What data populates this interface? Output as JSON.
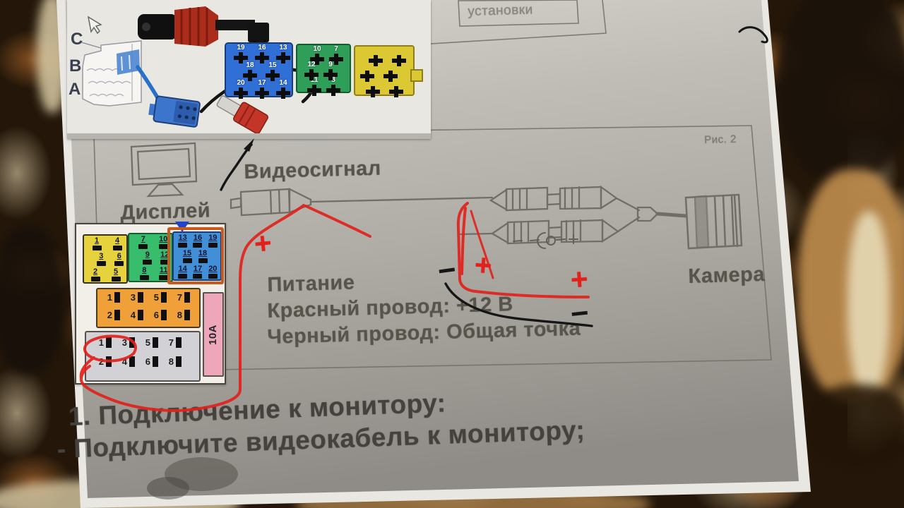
{
  "page": {
    "figure_caption": "Рис. 2",
    "header_box_label": "установки",
    "labels": {
      "display": "Дисплей",
      "video_signal": "Видеосигнал",
      "camera": "Камера",
      "power_title": "Питание",
      "power_red": "Красный провод: +12 В",
      "power_black": "Черный провод: Общая точка"
    },
    "instructions": {
      "line1": "1. Подключение к монитору:",
      "line2": "- Подключите видеокабель к монитору;"
    }
  },
  "inset_adapter_photo": {
    "connector_labels": [
      "C",
      "B",
      "A"
    ],
    "blue_block_rows": [
      [
        "19",
        "16",
        "13"
      ],
      [
        "18",
        "15"
      ],
      [
        "20",
        "17",
        "14"
      ]
    ],
    "green_block_rows": [
      [
        "10",
        "7"
      ],
      [
        "12",
        "9"
      ],
      [
        "11",
        "8"
      ]
    ],
    "yellow_block_rows": [
      [
        "",
        ""
      ],
      [
        "",
        ""
      ],
      [
        "",
        ""
      ]
    ]
  },
  "inset_pinout": {
    "yellow_rows": [
      [
        "1",
        "4"
      ],
      [
        "3",
        "6"
      ],
      [
        "2",
        "5"
      ]
    ],
    "green_rows": [
      [
        "7",
        "10"
      ],
      [
        "9",
        "12"
      ],
      [
        "8",
        "11"
      ]
    ],
    "blue_rows": [
      [
        "13",
        "16",
        "19"
      ],
      [
        "15",
        "18"
      ],
      [
        "14",
        "17",
        "20"
      ]
    ],
    "orange_rows": [
      [
        "1",
        "3",
        "5",
        "7"
      ],
      [
        "2",
        "4",
        "6",
        "8"
      ]
    ],
    "gray_rows": [
      [
        "1",
        "3",
        "5",
        "7"
      ],
      [
        "2",
        "4",
        "6",
        "8"
      ]
    ],
    "fuse_label": "10A"
  },
  "annotations": {
    "plus_signs": [
      "+",
      "+",
      "+"
    ],
    "minus_signs": [
      "−",
      "−"
    ]
  },
  "colors": {
    "annotation_red": "#e2211c",
    "annotation_black": "#161616",
    "paper_gray": "#b3b0aa",
    "block_yellow": "#e5d23c",
    "block_green": "#38bd6c",
    "block_blue": "#418fd6",
    "block_orange": "#f0a038",
    "fuse_pink": "#eda6ba",
    "frame_orange": "#c85a20"
  }
}
